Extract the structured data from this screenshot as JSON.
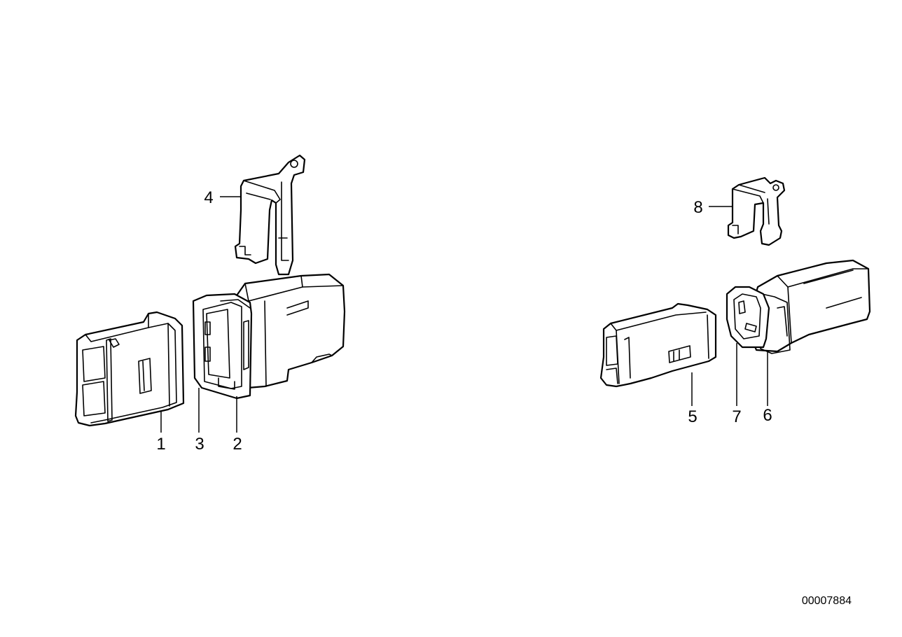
{
  "callouts": [
    "1",
    "2",
    "3",
    "4",
    "5",
    "6",
    "7",
    "8"
  ],
  "diagram_number": "00007884",
  "colors": {
    "line": "#000000",
    "background": "#ffffff"
  }
}
